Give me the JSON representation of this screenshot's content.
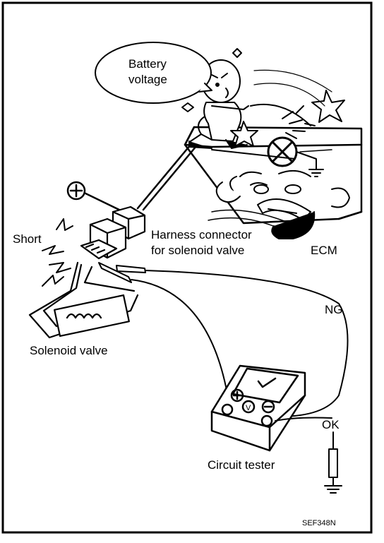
{
  "labels": {
    "bubble": [
      "Battery",
      "voltage"
    ],
    "short": "Short",
    "harness": [
      "Harness connector",
      "for solenoid valve"
    ],
    "ecm": "ECM",
    "ng": "NG",
    "ok": "OK",
    "solenoid": "Solenoid valve",
    "tester": "Circuit tester",
    "code": "SEF348N"
  },
  "symbols": {
    "battery_positive": "plus-in-circle",
    "tester_positive": "plus-in-circle",
    "tester_negative": "minus-in-circle",
    "tester_volt": "V",
    "ground": "ground-symbol",
    "error": "cross-in-circle"
  }
}
